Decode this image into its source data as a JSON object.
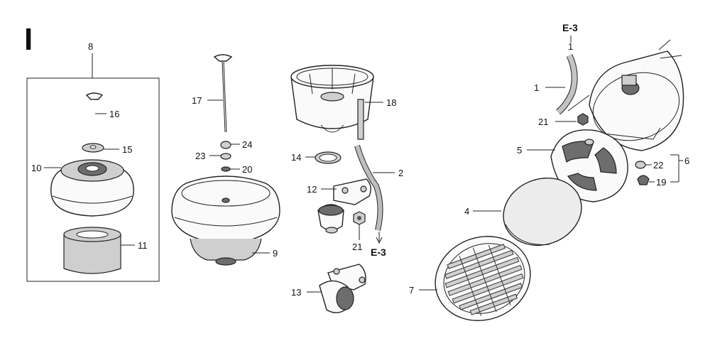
{
  "diagram": {
    "section_letter": "I",
    "callouts": {
      "c1a": "1",
      "c1b": "1",
      "c2": "2",
      "c4": "4",
      "c5": "5",
      "c6": "6",
      "c7": "7",
      "c8": "8",
      "c9": "9",
      "c10": "10",
      "c11": "11",
      "c12": "12",
      "c13": "13",
      "c14": "14",
      "c15": "15",
      "c16": "16",
      "c17": "17",
      "c18": "18",
      "c19": "19",
      "c20": "20",
      "c21a": "21",
      "c21b": "21",
      "c22": "22",
      "c23": "23",
      "c24": "24"
    },
    "refs": {
      "ref_top": "E-3",
      "ref_bottom": "E-3"
    }
  }
}
